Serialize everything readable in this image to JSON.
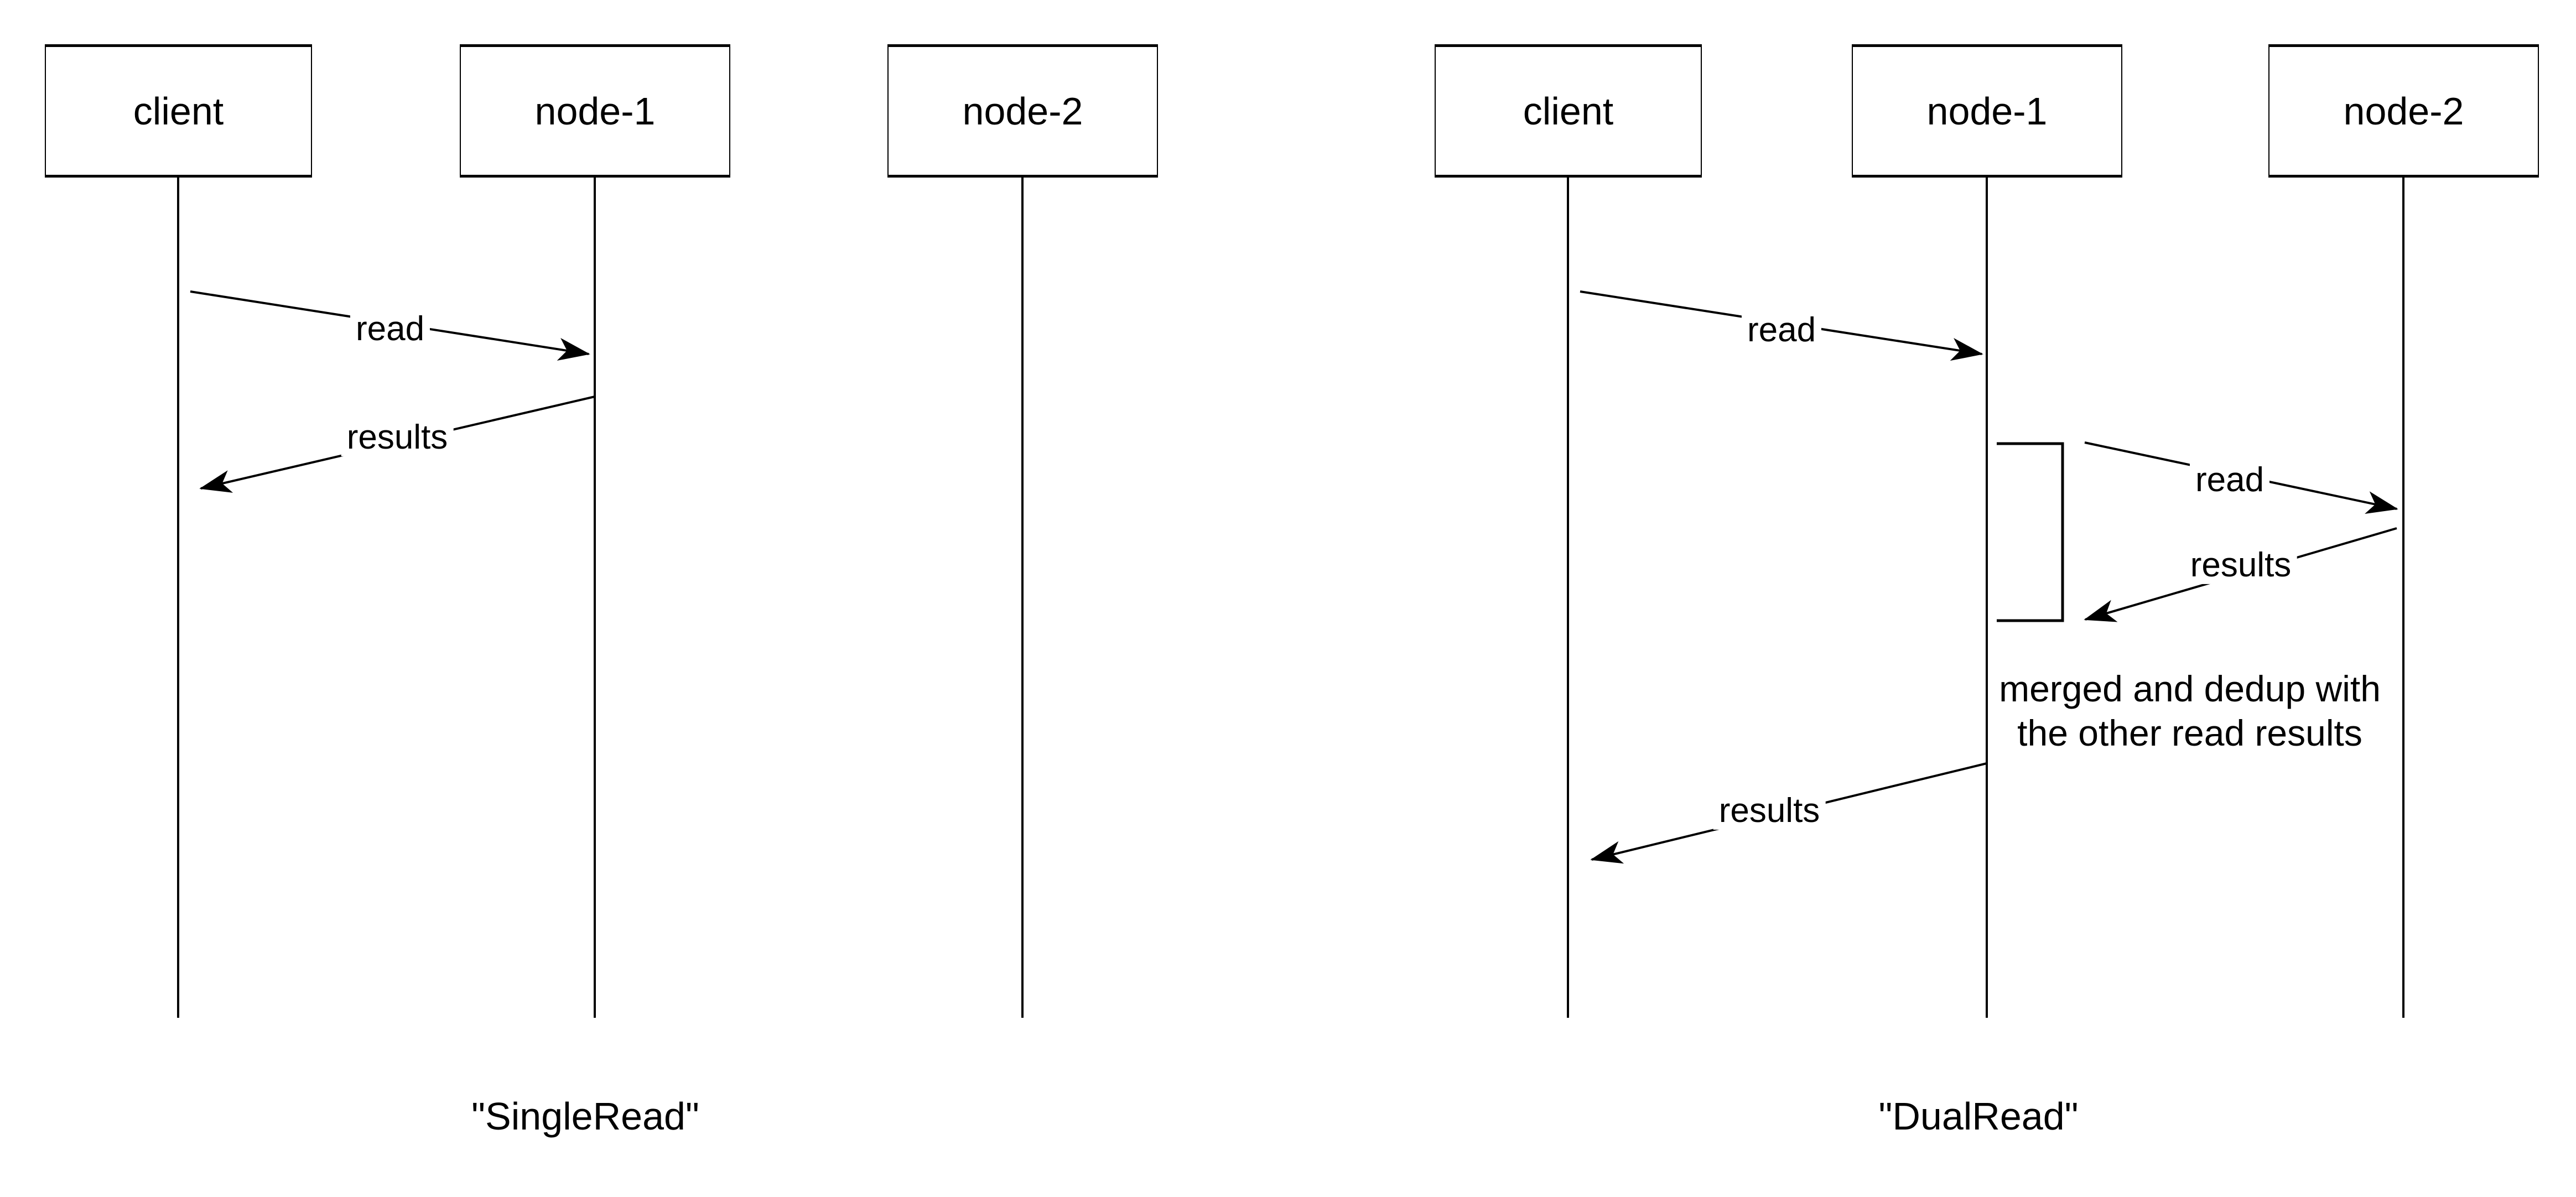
{
  "colors": {
    "ink": "#000000",
    "background": "#ffffff"
  },
  "panels": [
    {
      "id": "single-read",
      "caption": "\"SingleRead\"",
      "actors": [
        "client",
        "node-1",
        "node-2"
      ],
      "messages": [
        {
          "label": "read",
          "from": "client",
          "to": "node-1"
        },
        {
          "label": "results",
          "from": "node-1",
          "to": "client"
        }
      ]
    },
    {
      "id": "dual-read",
      "caption": "\"DualRead\"",
      "actors": [
        "client",
        "node-1",
        "node-2"
      ],
      "messages": [
        {
          "label": "read",
          "from": "client",
          "to": "node-1"
        },
        {
          "label": "read",
          "from": "node-1",
          "to": "node-2"
        },
        {
          "label": "results",
          "from": "node-2",
          "to": "node-1"
        },
        {
          "label": "results",
          "from": "node-1",
          "to": "client"
        }
      ],
      "note": {
        "lines": [
          "merged and dedup with",
          "the other read results"
        ]
      }
    }
  ]
}
